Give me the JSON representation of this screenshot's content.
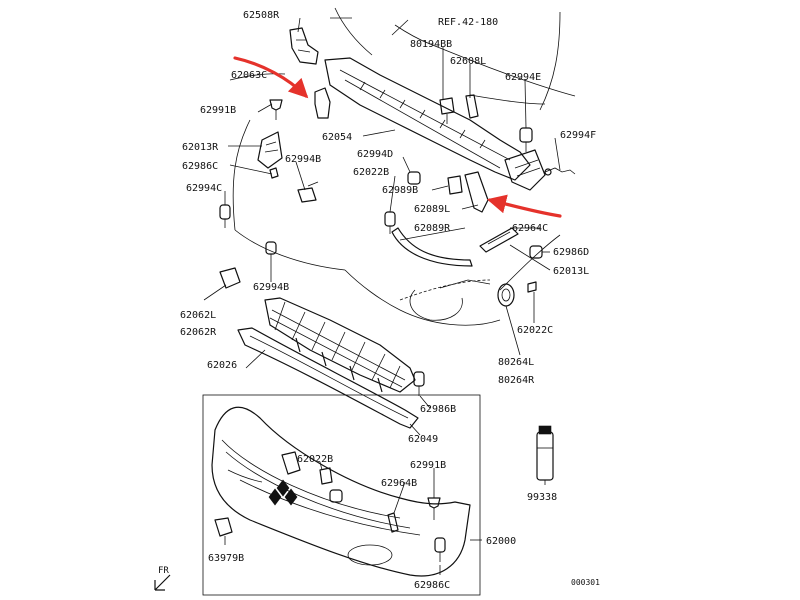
{
  "diagram": {
    "ref_note": "REF.42-180",
    "footer_code": "000301",
    "direction_marker": "FR",
    "part_labels": [
      "62508R",
      "80194BB",
      "62608L",
      "62994E",
      "62063C",
      "62991B",
      "62054",
      "62994F",
      "62013R",
      "62986C",
      "62994B",
      "62994D",
      "62022B",
      "62989B",
      "62994C",
      "62089L",
      "62089R",
      "62964C",
      "62986D",
      "62013L",
      "62994B",
      "62062L",
      "62062R",
      "62022C",
      "80264L",
      "80264R",
      "62026",
      "62986B",
      "62049",
      "99338",
      "62022B",
      "62991B",
      "62964B",
      "62000",
      "63979B",
      "62986C"
    ],
    "callout_arrows": [
      "left-bracket",
      "right-bracket"
    ],
    "colors": {
      "line": "#111111",
      "callout": "#e5322b",
      "background": "#ffffff"
    }
  }
}
